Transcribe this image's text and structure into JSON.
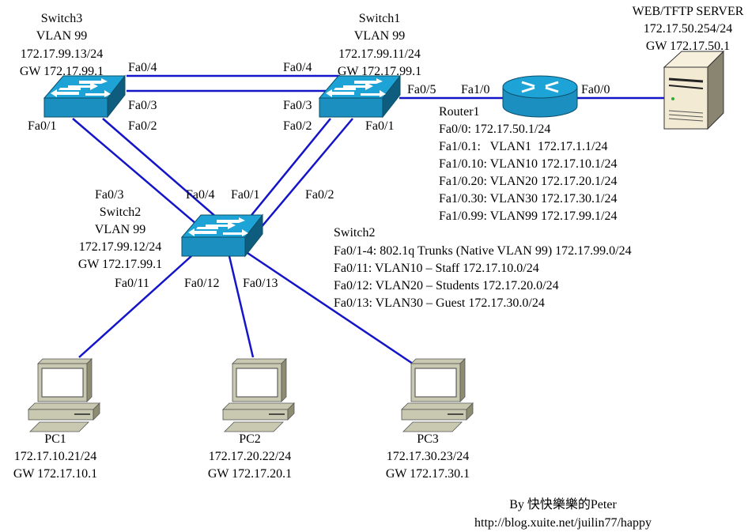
{
  "devices": {
    "switch3": {
      "name": "Switch3",
      "vlan": "VLAN 99",
      "ip": "172.17.99.13/24",
      "gw": "GW 172.17.99.1"
    },
    "switch1": {
      "name": "Switch1",
      "vlan": "VLAN 99",
      "ip": "172.17.99.11/24",
      "gw": "GW 172.17.99.1"
    },
    "switch2": {
      "name": "Switch2",
      "vlan": "VLAN 99",
      "ip": "172.17.99.12/24",
      "gw": "GW 172.17.99.1"
    },
    "server": {
      "name": "WEB/TFTP SERVER",
      "ip": "172.17.50.254/24",
      "gw": "GW 172.17.50.1"
    },
    "router1": {
      "name": "Router1",
      "lines": [
        "Fa0/0: 172.17.50.1/24",
        "Fa1/0.1:   VLAN1  172.17.1.1/24",
        "Fa1/0.10: VLAN10 172.17.10.1/24",
        "Fa1/0.20: VLAN20 172.17.20.1/24",
        "Fa1/0.30: VLAN30 172.17.30.1/24",
        "Fa1/0.99: VLAN99 172.17.99.1/24"
      ]
    },
    "pc1": {
      "name": "PC1",
      "ip": "172.17.10.21/24",
      "gw": "GW 172.17.10.1"
    },
    "pc2": {
      "name": "PC2",
      "ip": "172.17.20.22/24",
      "gw": "GW 172.17.20.1"
    },
    "pc3": {
      "name": "PC3",
      "ip": "172.17.30.23/24",
      "gw": "GW 172.17.30.1"
    }
  },
  "switch2_notes": {
    "title": "Switch2",
    "lines": [
      "Fa0/1-4: 802.1q Trunks (Native VLAN 99) 172.17.99.0/24",
      "Fa0/11: VLAN10 – Staff 172.17.10.0/24",
      "Fa0/12: VLAN20 – Students 172.17.20.0/24",
      "Fa0/13: VLAN30 – Guest 172.17.30.0/24"
    ]
  },
  "ports": {
    "s3_fa04": "Fa0/4",
    "s3_fa03": "Fa0/3",
    "s3_fa01": "Fa0/1",
    "s3_fa02": "Fa0/2",
    "s1_fa04": "Fa0/4",
    "s1_fa03": "Fa0/3",
    "s1_fa02": "Fa0/2",
    "s1_fa01": "Fa0/1",
    "s1_fa05": "Fa0/5",
    "r1_fa10": "Fa1/0",
    "r1_fa00": "Fa0/0",
    "s2_fa03": "Fa0/3",
    "s2_fa04": "Fa0/4",
    "s2_fa01": "Fa0/1",
    "s2_fa02": "Fa0/2",
    "s2_fa011": "Fa0/11",
    "s2_fa012": "Fa0/12",
    "s2_fa013": "Fa0/13"
  },
  "credits": {
    "by": "By 快快樂樂的Peter",
    "url": "http://blog.xuite.net/juilin77/happy"
  },
  "colors": {
    "link": "#1414c8",
    "switch_top": "#1e9fd0",
    "switch_front": "#1b8fbf",
    "switch_side": "#0e5f80",
    "pc": "#c8c8b0",
    "server": "#f2ead2"
  }
}
